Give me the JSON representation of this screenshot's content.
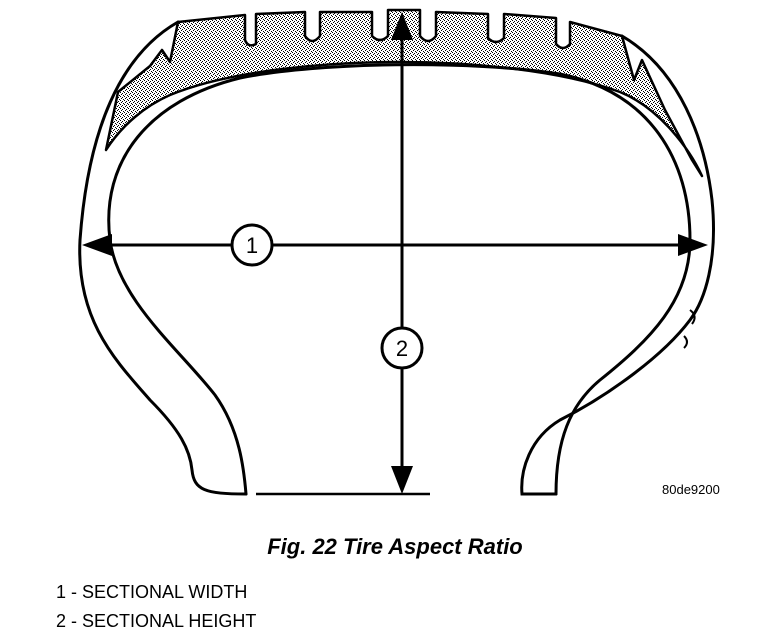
{
  "figure": {
    "code": "80de9200",
    "caption": "Fig. 22 Tire Aspect Ratio"
  },
  "callouts": [
    {
      "number": "1"
    },
    {
      "number": "2"
    }
  ],
  "legend": [
    {
      "text": "1 - SECTIONAL WIDTH"
    },
    {
      "text": "2 - SECTIONAL HEIGHT"
    }
  ]
}
